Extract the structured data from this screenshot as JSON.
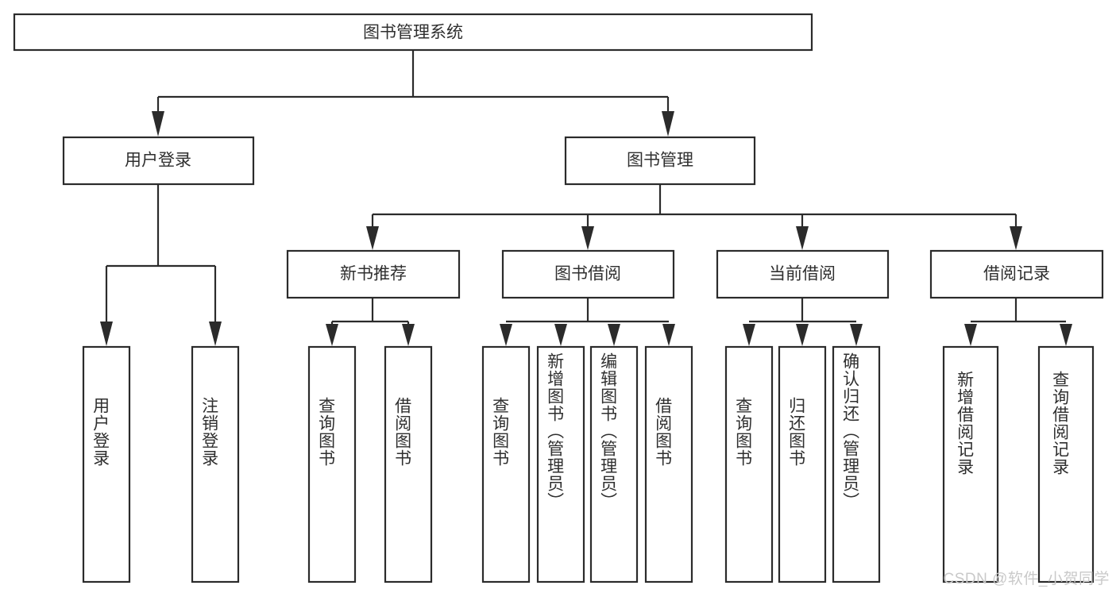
{
  "diagram": {
    "title": "图书管理系统",
    "type": "hierarchy-tree",
    "watermark": "CSDN @软件_小贺同学",
    "colors": {
      "background": "#ffffff",
      "box_fill": "#ffffff",
      "line": "#2b2b2b",
      "text": "#2f2f2f",
      "watermark": "#c9c9c9"
    },
    "levels": 3,
    "root": {
      "label": "图书管理系统"
    },
    "level2": [
      {
        "label": "用户登录"
      },
      {
        "label": "图书管理"
      }
    ],
    "level3": [
      {
        "label": "新书推荐"
      },
      {
        "label": "图书借阅"
      },
      {
        "label": "当前借阅"
      },
      {
        "label": "借阅记录"
      }
    ],
    "leaves": {
      "user_login": [
        {
          "label": "用户登录"
        },
        {
          "label": "注销登录"
        }
      ],
      "new_book_recommend": [
        {
          "label": "查询图书"
        },
        {
          "label": "借阅图书"
        }
      ],
      "book_borrow": [
        {
          "label": "查询图书"
        },
        {
          "label": "新增图书（管理员）"
        },
        {
          "label": "编辑图书（管理员）"
        },
        {
          "label": "借阅图书"
        }
      ],
      "current_borrow": [
        {
          "label": "查询图书"
        },
        {
          "label": "归还图书"
        },
        {
          "label": "确认归还（管理员）"
        }
      ],
      "borrow_record": [
        {
          "label": "新增借阅记录"
        },
        {
          "label": "查询借阅记录"
        }
      ]
    }
  }
}
